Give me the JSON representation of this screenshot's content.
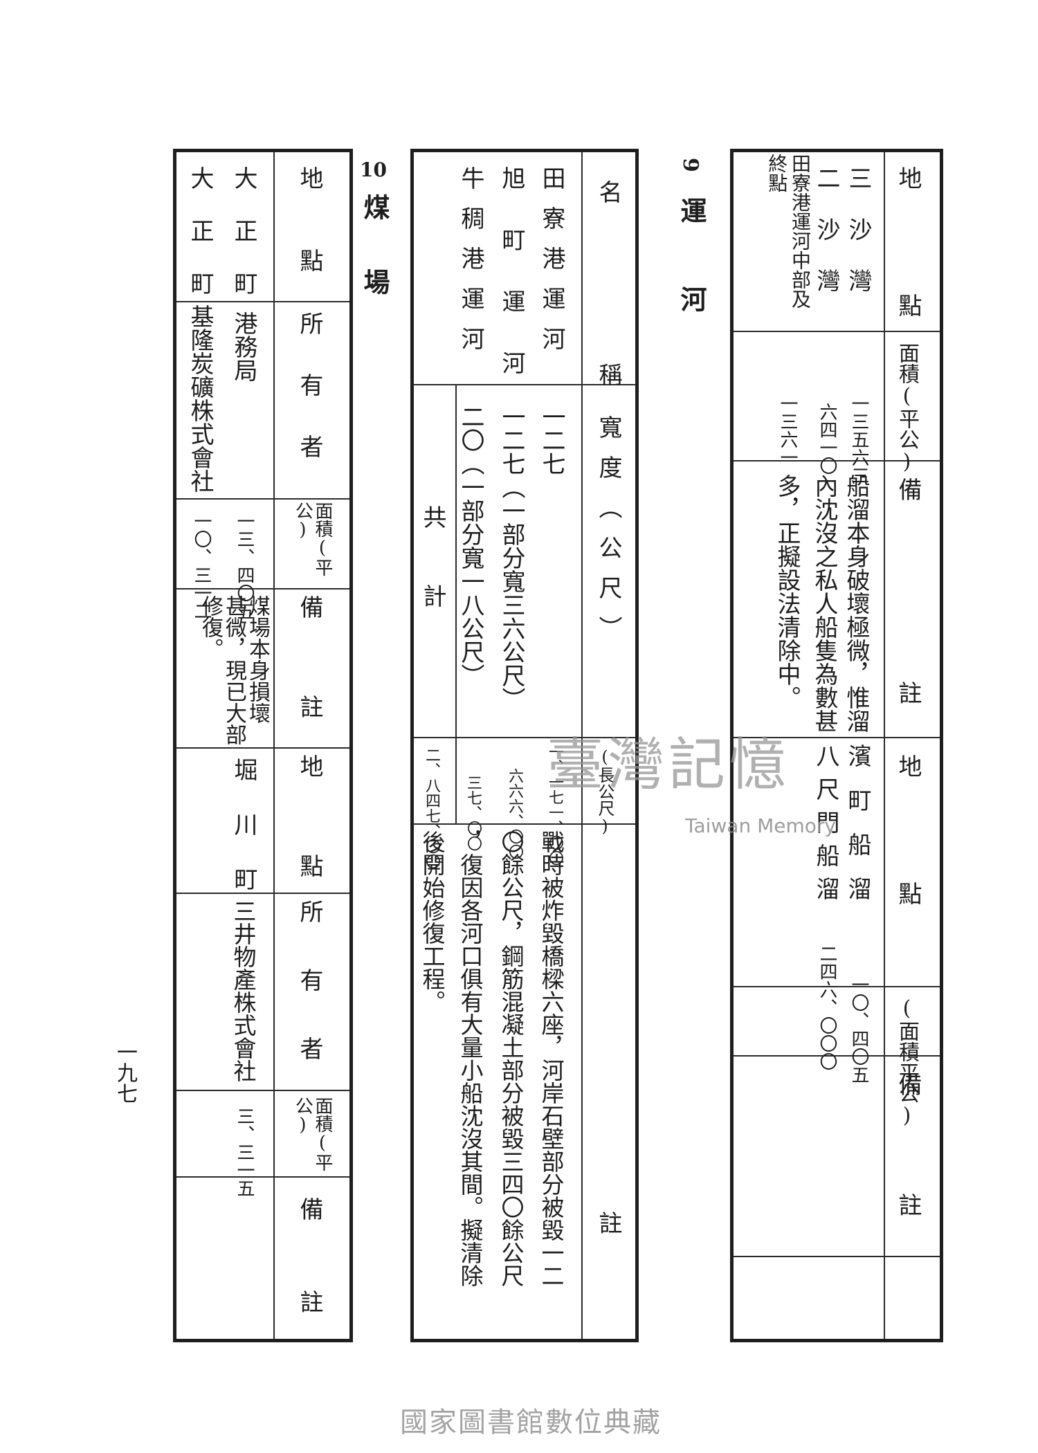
{
  "sections": {
    "canal": {
      "number": "9",
      "title": "運河"
    },
    "coal": {
      "number": "10",
      "title": "煤場"
    }
  },
  "table_top": {
    "headers": {
      "location": "地點",
      "area": "面積(平公)",
      "remarks": "備註",
      "location2": "地點",
      "area2": "(面積平公)",
      "remarks2": "備註"
    },
    "rows": [
      {
        "location": "三沙灣",
        "area": "一三五六三",
        "remarks": "船溜本身破壞極微，惟溜"
      },
      {
        "location": "二沙灣",
        "area": "六四一〇",
        "remarks": "內沈沒之私人船隻為數甚"
      },
      {
        "location": "田寮港運河中部及終點",
        "area": "一三六一",
        "remarks": "多，正擬設法清除中。"
      }
    ],
    "rows_right": [
      {
        "location": "濱町船溜",
        "area": "一〇、四〇五"
      },
      {
        "location": "八尺門船溜",
        "area": "二四六、〇〇〇"
      }
    ]
  },
  "table_canal": {
    "headers": {
      "name": "名稱",
      "width": "寬度（公尺）",
      "length": "(長公尺)",
      "remarks": "註"
    },
    "rows": [
      {
        "name": "田寮港運河",
        "width": "一二七",
        "length": "一、一七一、〇〇"
      },
      {
        "name": "旭町運河",
        "width": "一二七（一部分寬三六公尺）",
        "length": "六六六、〇〇"
      },
      {
        "name": "牛稠港運河",
        "width": "二〇（一部分寬一八公尺）",
        "length": "三七、〇〇"
      }
    ],
    "total_label": "共計",
    "total_value": "二、八四七、〇〇",
    "remarks_lines": [
      "戰時被炸毀橋樑六座，河岸石壁部分被毀一二",
      "〇餘公尺，鋼筋混凝土部分被毀三四〇餘公尺",
      "，復因各河口俱有大量小船沈沒其間。擬清除",
      "後開始修復工程。"
    ]
  },
  "table_coal": {
    "headers": {
      "location": "地點",
      "owner": "所有者",
      "area": "面積(平公)",
      "remarks": "備註",
      "location2": "地點",
      "owner2": "所有者",
      "area2": "面積(平公)",
      "remarks2": "備註"
    },
    "rows": [
      {
        "location": "大正町",
        "owner": "港務局",
        "area": "一三、四〇五"
      },
      {
        "location": "大正町",
        "owner": "基隆炭礦株式會社",
        "area": "一〇、三一二"
      }
    ],
    "remarks_lines": [
      "煤場本身損壞",
      "甚微，現已大部",
      "修復。"
    ],
    "right_row": {
      "location": "堀川町",
      "owner": "三井物產株式會社",
      "area": "三、三一五"
    }
  },
  "page_number": "一九七",
  "watermark": {
    "main": "臺灣記憶",
    "sub": "Taiwan Memory"
  },
  "footer": "國家圖書館數位典藏"
}
